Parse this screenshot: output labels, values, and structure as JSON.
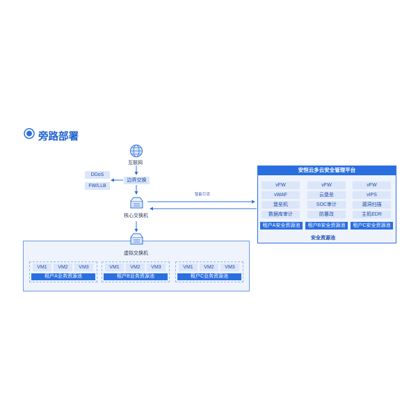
{
  "title": "旁路部署",
  "colors": {
    "accent": "#2a6fe0",
    "chip_bg": "#dbe6f9",
    "panel_bg": "#eef3fc"
  },
  "icons": {
    "title": "target-icon",
    "internet": "globe-icon",
    "switch": "switch-icon"
  },
  "nodes": {
    "internet": "互联网",
    "edge_switch": "边界交换",
    "core_switch": "核心交换机",
    "virtual_switch": "虚拟交换机"
  },
  "side_chips": [
    "DDoS",
    "FW/LLB"
  ],
  "traffic_label": "智能引流",
  "platform": {
    "title": "安恒云多云安全管理平台",
    "columns": [
      {
        "items": [
          "vFW",
          "vWAF",
          "堡垒机",
          "数据库审计"
        ],
        "pool": "租户A安全资源池"
      },
      {
        "items": [
          "vFW",
          "云堡垒",
          "SOC审计",
          "防篡改"
        ],
        "pool": "租户B安全资源池"
      },
      {
        "items": [
          "vFW",
          "vIPS",
          "漏洞扫描",
          "主机EDR"
        ],
        "pool": "租户C安全资源池"
      }
    ],
    "footer": "安全资源池"
  },
  "tenants": [
    {
      "vms": [
        "VM1",
        "VM2",
        "VM3"
      ],
      "pool": "租户A业务资源池"
    },
    {
      "vms": [
        "VM1",
        "VM2",
        "VM3"
      ],
      "pool": "租户B业务资源池"
    },
    {
      "vms": [
        "VM1",
        "VM2",
        "VM3"
      ],
      "pool": "租户C业务资源池"
    }
  ]
}
